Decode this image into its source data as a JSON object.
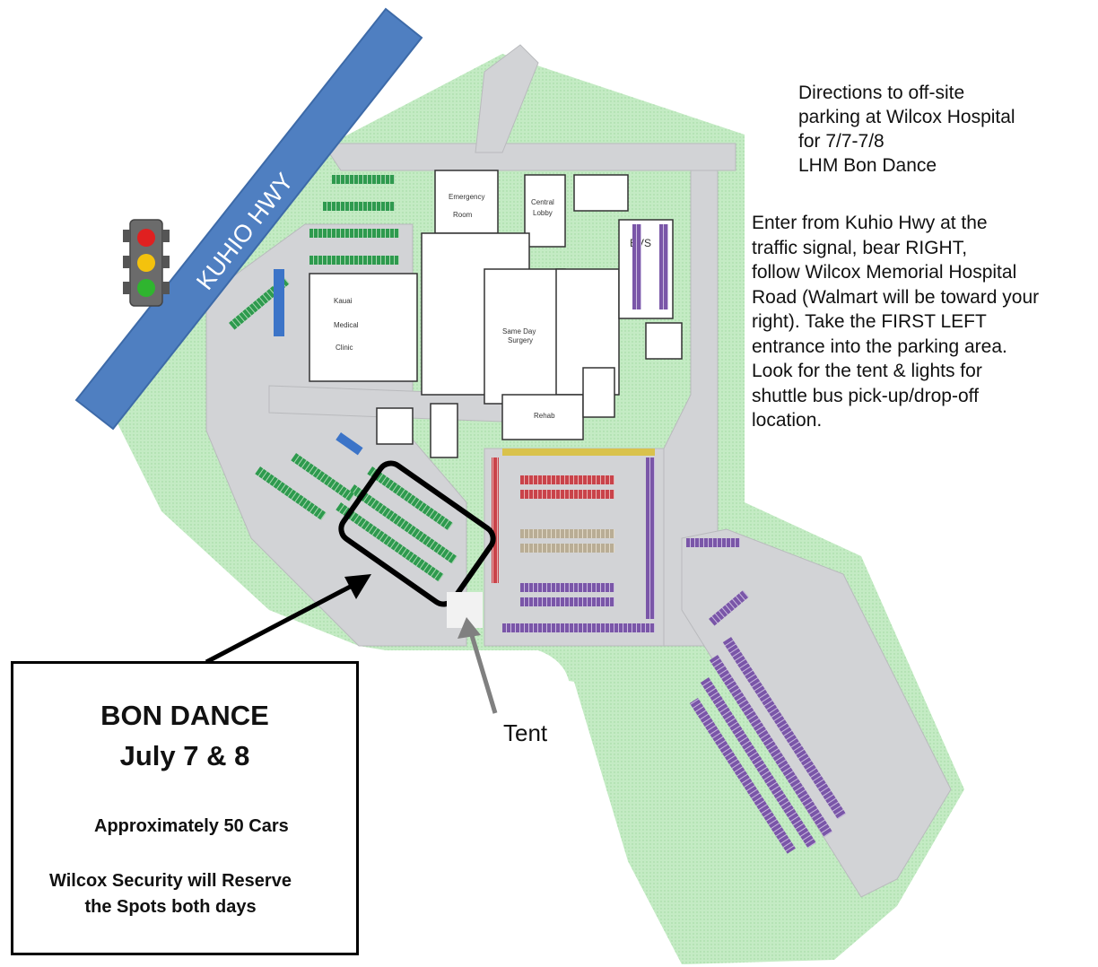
{
  "map": {
    "highway_label": "KUHIO HWY",
    "buildings": {
      "emergency": "Emergency Room",
      "central": "Central Lobby",
      "kauai_medical": "Kauai Medical Clinic",
      "evs": "EVS",
      "same_day": "Same Day Surgery",
      "rehab": "Rehab"
    },
    "tent_label": "Tent",
    "colors": {
      "highway": "#4f7fc1",
      "grass": "#b5e3b5",
      "pavement": "#d2d3d6",
      "highlight": "#000000",
      "parking_green": "#2e9a4e",
      "parking_purple": "#7a56a8",
      "parking_red": "#c9434a",
      "parking_blue": "#3c74c8"
    },
    "icons": [
      "traffic-light-icon",
      "arrow-icon"
    ]
  },
  "directions": {
    "title": "Directions to off-site\nparking at Wilcox Hospital\nfor 7/7-7/8\nLHM Bon Dance",
    "body": "Enter from Kuhio Hwy at the\ntraffic signal, bear RIGHT,\nfollow Wilcox Memorial Hospital\nRoad (Walmart will be toward your\nright).  Take the FIRST LEFT\nentrance into the parking area.\nLook for the tent & lights for\nshuttle bus pick-up/drop-off\nlocation."
  },
  "info_box": {
    "title_line1": "BON DANCE",
    "title_line2": "July 7 & 8",
    "cars": "Approximately 50 Cars",
    "security": "Wilcox Security will Reserve\nthe Spots both days"
  }
}
